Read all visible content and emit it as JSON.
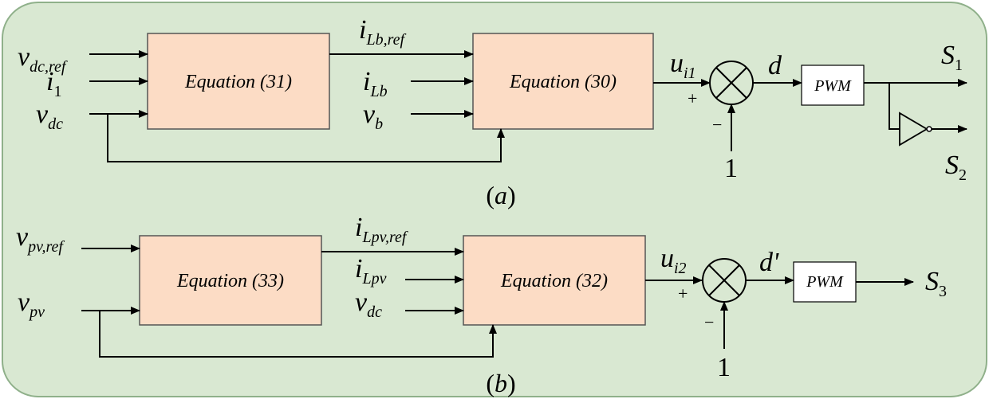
{
  "colors": {
    "background": "#d9e8d2",
    "border": "#8fb08a",
    "block_fill": "#fcdcc5",
    "block_stroke": "#555555",
    "line": "#000000"
  },
  "diagram_a": {
    "caption_open": "(",
    "caption_letter": "a",
    "caption_close": ")",
    "block1": "Equation (31)",
    "block2": "Equation (30)",
    "pwm": "PWM",
    "in1_main": "v",
    "in1_sub": "dc,ref",
    "in2_main": "i",
    "in2_sub": "1",
    "in3_main": "v",
    "in3_sub": "dc",
    "ref_main": "i",
    "ref_sub": "Lb,ref",
    "mid2_main": "i",
    "mid2_sub": "Lb",
    "mid3_main": "v",
    "mid3_sub": "b",
    "u_main": "u",
    "u_sub": "i1",
    "plus": "+",
    "minus": "−",
    "one": "1",
    "d": "d",
    "out1_main": "S",
    "out1_sub": "1",
    "out2_main": "S",
    "out2_sub": "2"
  },
  "diagram_b": {
    "caption_open": "(",
    "caption_letter": "b",
    "caption_close": ")",
    "block1": "Equation (33)",
    "block2": "Equation (32)",
    "pwm": "PWM",
    "in1_main": "v",
    "in1_sub": "pv,ref",
    "in2_main": "v",
    "in2_sub": "pv",
    "ref_main": "i",
    "ref_sub": "Lpv,ref",
    "mid2_main": "i",
    "mid2_sub": "Lpv",
    "mid3_main": "v",
    "mid3_sub": "dc",
    "u_main": "u",
    "u_sub": "i2",
    "plus": "+",
    "minus": "−",
    "one": "1",
    "d": "d'",
    "out1_main": "S",
    "out1_sub": "3"
  }
}
